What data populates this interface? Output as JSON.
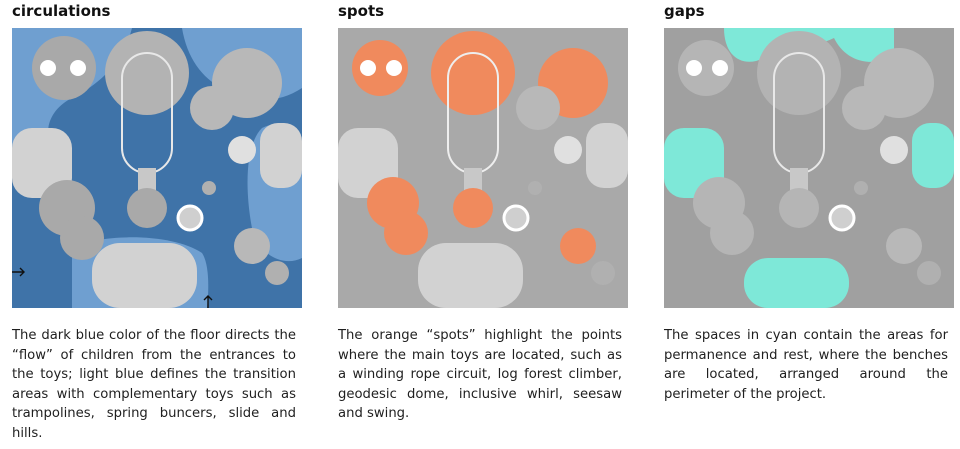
{
  "panels": [
    {
      "title": "circulations",
      "caption": "The dark blue color of the floor directs the “flow” of children from the entrances to the toys; light blue defines the transition areas with complementary toys such as trampolines, spring buncers, slide and hills."
    },
    {
      "title": "spots",
      "caption": "The orange “spots” highlight the points where the main toys are located, such as a winding rope circuit, log forest climber, geodesic dome, inclusive whirl, seesaw and swing."
    },
    {
      "title": "gaps",
      "caption": "The spaces in cyan contain the areas for permanence and rest, where the benches are located, arranged around the perimeter of the project."
    }
  ],
  "colors": {
    "dark_blue_floor": "#3f73a8",
    "light_blue_transition": "#6f9fd0",
    "orange_spots": "#f08a5d",
    "cyan_gaps": "#7ee8d8",
    "plan_gray": "#a9a9a9",
    "plan_light": "#d2d2d2"
  },
  "icons": [
    "entrance-arrow-icon"
  ]
}
